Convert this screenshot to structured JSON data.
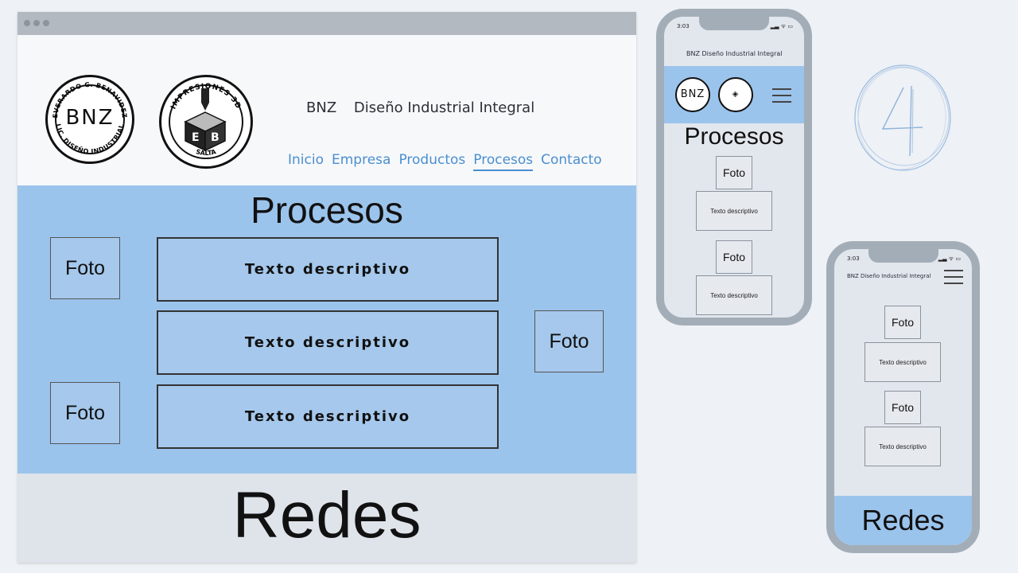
{
  "desktop": {
    "logos": {
      "bnz": {
        "text": "BNZ",
        "top_text": "EVERARDO G. BENAVIDEZ",
        "bottom_text": "LIC. DISEÑO INDUSTRIAL"
      },
      "impresiones": {
        "top_text": "IMPRESIONES 3D",
        "bottom_text": "SALTA"
      }
    },
    "brand": {
      "short": "BNZ",
      "name": "Diseño Industrial Integral"
    },
    "nav": [
      "Inicio",
      "Empresa",
      "Productos",
      "Procesos",
      "Contacto"
    ],
    "nav_active": "Procesos",
    "procesos": {
      "title": "Procesos",
      "foto_label": "Foto",
      "text_label": "Texto descriptivo"
    },
    "redes": {
      "title": "Redes"
    }
  },
  "phone_tablet": {
    "time": "3:03",
    "brand": "BNZ   Diseño Industrial Integral",
    "logo_text": "BNZ",
    "title": "Procesos",
    "foto_label": "Foto",
    "text_label": "Texto descriptivo"
  },
  "phone_small": {
    "time": "3:03",
    "brand": "BNZ   Diseño Industrial Integral",
    "foto_label": "Foto",
    "text_label": "Texto descriptivo",
    "redes": "Redes"
  },
  "colors": {
    "accent_blue": "#9bc4ec",
    "nav_blue": "#4a8fcf",
    "frame_gray": "#a3adb7"
  }
}
